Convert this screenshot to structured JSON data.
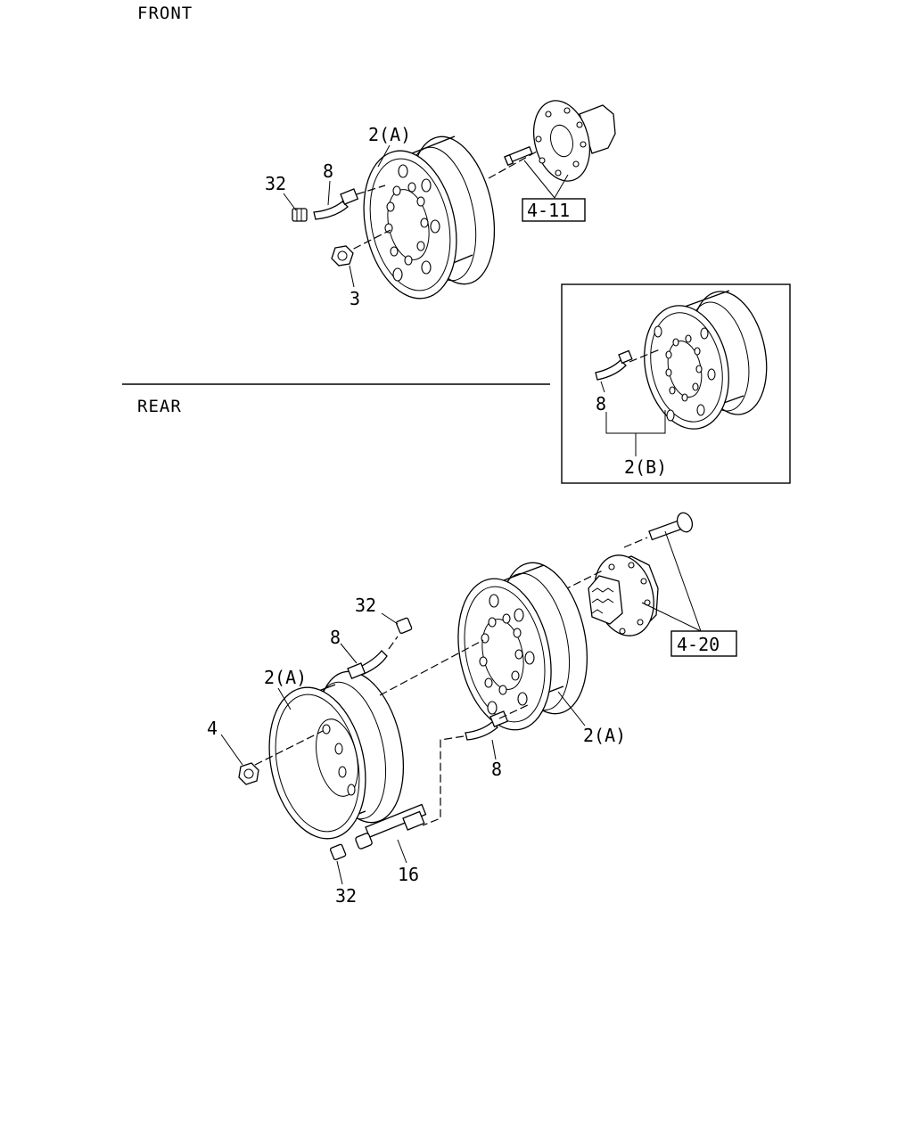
{
  "sections": {
    "front": "FRONT",
    "rear": "REAR"
  },
  "labels": {
    "front_rim": "2(A)",
    "front_valve": "8",
    "front_cap": "32",
    "front_nut": "3",
    "front_ref": "4-11",
    "inset_valve": "8",
    "inset_rim": "2(B)",
    "rear_cap_top": "32",
    "rear_valve_top": "8",
    "rear_outer_rim": "2(A)",
    "rear_nut": "4",
    "rear_inner_rim": "2(A)",
    "rear_valve_bottom": "8",
    "rear_extension": "16",
    "rear_cap_bottom": "32",
    "rear_ref": "4-20"
  }
}
